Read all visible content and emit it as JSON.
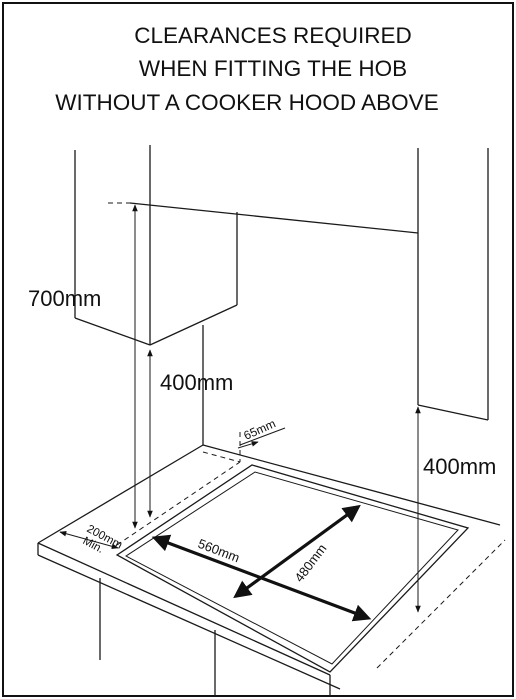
{
  "title": {
    "line1": "CLEARANCES REQUIRED",
    "line2": "WHEN FITTING THE HOB",
    "line3": "WITHOUT A COOKER HOOD ABOVE"
  },
  "dimensions": {
    "cabinet_height": "700mm",
    "left_clearance_height": "400mm",
    "right_clearance_height": "400mm",
    "rear_gap": "65mm",
    "side_gap_value": "200mm",
    "side_gap_qualifier": "Min.",
    "hob_width": "560mm",
    "hob_depth": "480mm"
  },
  "colors": {
    "ink": "#111111",
    "background": "#ffffff"
  }
}
